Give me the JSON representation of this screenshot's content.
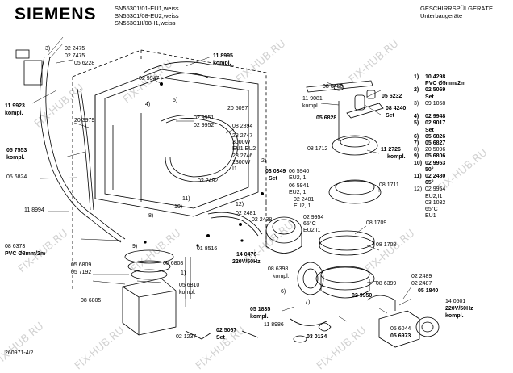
{
  "brand": "SIEMENS",
  "models": [
    "SN55301/01-EU1,weiss",
    "SN55301/08-EU2,weiss",
    "SN55301II/08-I1,weiss"
  ],
  "title": [
    "GESCHIRRSPÜLGERÄTE",
    "Unterbaugeräte"
  ],
  "doc_no": "260971-4/2",
  "watermark": "FIX-HUB.RU",
  "labels": {
    "l_022475": "02 2475",
    "l_027475": "02 7475",
    "l_056228": "05 6228",
    "l_118995": "11 8995",
    "l_kompl1": "kompl.",
    "l_029947": "02 9947",
    "l_119923": "11 9923",
    "l_kompl2": "kompl.",
    "l_205097": "20 5097",
    "l_203979": "20 3979",
    "l_029951": "02 9951",
    "l_029952": "02 9952",
    "l_082894": "08 2894",
    "l_282747": "28 2747",
    "l_3000w": "3000W",
    "l_eu1eu2": "EU1,EU2",
    "l_282746": "28 2746",
    "l_2300w": "2300W",
    "l_i1": "I1",
    "l_057553": "05 7553",
    "l_kompl3": "kompl.",
    "l_056824": "05 6824",
    "l_022482": "02 2482",
    "l_030349": "03 0349",
    "l_set1": "Set",
    "l_118994": "11 8994",
    "l_022481": "02 2481",
    "l_022438": "02 2438",
    "l_086373": "08 6373",
    "l_pvc8": "PVC Ø8mm/2m",
    "l_018516": "01 8516",
    "l_140476": "14 0476",
    "l_220v1": "220V/50Hz",
    "l_056809": "05 6809",
    "l_057192": "05 7192",
    "l_056808": "05 6808",
    "l_086398": "08 6398",
    "l_kompl4": "kompl.",
    "l_056810": "05 6810",
    "l_kompl5": "kompl.",
    "l_086805": "08 6805",
    "l_051835": "05 1835",
    "l_kompl6": "kompl.",
    "l_118986": "11 8986",
    "l_025067": "02 5067",
    "l_set2": "Set",
    "l_021237": "02 1237",
    "l_030134": "03 0134",
    "l_086466": "08 6466",
    "l_119081": "11 9081",
    "l_kompl7": "kompl.",
    "l_056232": "05 6232",
    "l_084240": "08 4240",
    "l_set3": "Set",
    "l_056828": "05 6828",
    "l_081712": "08 1712",
    "l_112726": "11 2726",
    "l_kompl8": "kompl.",
    "l_065940": "06 5940",
    "l_eu2i1a": "EU2,I1",
    "l_065941": "06 5941",
    "l_eu2i1b": "EU2,I1",
    "l_081711": "08 1711",
    "l_022481b": "02 2481",
    "l_eu2i1c": "EU2,I1",
    "l_029954": "02 9954",
    "l_65c": "65°C",
    "l_eu2i1d": "EU2,I1",
    "l_081709": "08 1709",
    "l_081708": "08 1708",
    "l_086399": "08 6399",
    "l_022489": "02 2489",
    "l_022487": "02 2487",
    "l_029950": "02 9950",
    "l_051840": "05 1840",
    "l_140501": "14 0501",
    "l_220v2": "220V/50Hz",
    "l_kompl9": "kompl.",
    "l_056044": "05 6044",
    "l_056973": "05 6973"
  },
  "legend": [
    {
      "n": "1)",
      "code": "10 4298",
      "bold": true
    },
    {
      "n": "",
      "code": "PVC Ø5mm/2m",
      "bold": true
    },
    {
      "n": "2)",
      "code": "02 5069",
      "bold": true
    },
    {
      "n": "",
      "code": "Set",
      "bold": true
    },
    {
      "n": "3)",
      "code": "09 1058",
      "bold": false
    },
    {
      "n": "",
      "code": "",
      "bold": false
    },
    {
      "n": "4)",
      "code": "02 9948",
      "bold": true
    },
    {
      "n": "5)",
      "code": "02 9017",
      "bold": true
    },
    {
      "n": "",
      "code": "Set",
      "bold": true
    },
    {
      "n": "6)",
      "code": "05 6826",
      "bold": true
    },
    {
      "n": "7)",
      "code": "05 6827",
      "bold": true
    },
    {
      "n": "8)",
      "code": "20 5096",
      "bold": false
    },
    {
      "n": "9)",
      "code": "05 6806",
      "bold": true
    },
    {
      "n": "10)",
      "code": "02 9953",
      "bold": true
    },
    {
      "n": "",
      "code": "50°",
      "bold": true
    },
    {
      "n": "11)",
      "code": "02 2480",
      "bold": true
    },
    {
      "n": "",
      "code": "65°",
      "bold": true
    },
    {
      "n": "12)",
      "code": "02 9954",
      "bold": false
    },
    {
      "n": "",
      "code": "EU2,I1",
      "bold": false
    },
    {
      "n": "",
      "code": "03 1032",
      "bold": false
    },
    {
      "n": "",
      "code": "65°C",
      "bold": false
    },
    {
      "n": "",
      "code": "EU1",
      "bold": false
    }
  ],
  "callouts": [
    "1)",
    "2)",
    "3)",
    "4)",
    "5)",
    "6)",
    "7)",
    "8)",
    "9)",
    "10)",
    "11)",
    "12)"
  ]
}
